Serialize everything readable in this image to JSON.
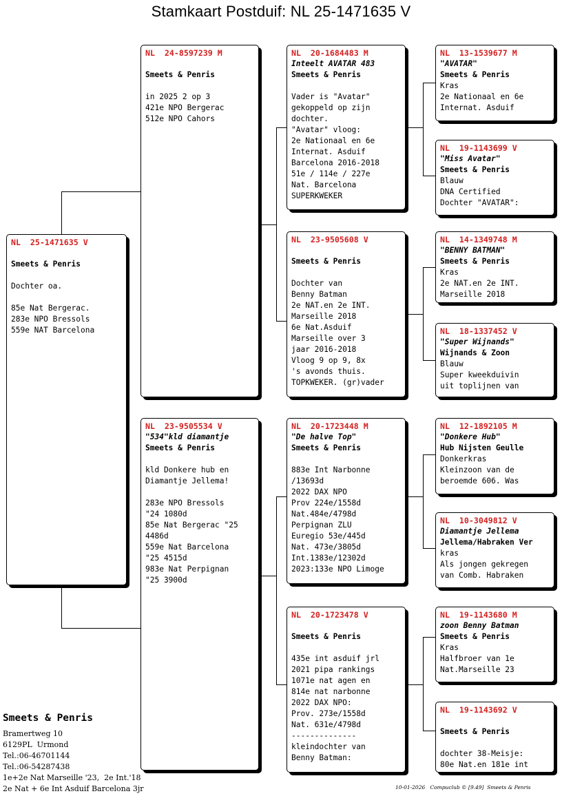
{
  "title": "Stamkaart Postduif: NL  25-1471635 V",
  "subject": {
    "ring": "NL  25-1471635 V",
    "name": "",
    "lines": [
      "Smeets & Penris",
      "",
      "Dochter oa.",
      "",
      "85e Nat Bergerac.",
      "283e NPO Bressols",
      "559e NAT Barcelona"
    ]
  },
  "father": {
    "ring": "NL  24-8597239 M",
    "name": "",
    "lines": [
      "Smeets & Penris",
      "",
      "in 2025 2 op 3",
      "421e NPO Bergerac",
      "512e NPO Cahors"
    ]
  },
  "mother": {
    "ring": "NL  23-9505534 V",
    "name": "\"534\"kld diamantje",
    "lines": [
      "Smeets & Penris",
      "",
      "kld Donkere hub en",
      "Diamantje Jellema!",
      "",
      "283e NPO Bressols",
      "\"24 1080d",
      "85e Nat Bergerac \"25",
      "4486d",
      "559e Nat Barcelona",
      "\"25 4515d",
      "983e Nat Perpignan",
      "\"25 3900d"
    ]
  },
  "ff": {
    "ring": "NL  20-1684483 M",
    "name": "Inteelt AVATAR 483",
    "lines": [
      "Smeets & Penris",
      "",
      "Vader is \"Avatar\"",
      "gekoppeld op zijn",
      "dochter.",
      "\"Avatar\" vloog:",
      "2e Nationaal en 6e",
      "Internat. Asduif",
      "Barcelona 2016-2018",
      "51e / 114e / 227e",
      "Nat. Barcelona",
      "SUPERKWEKER"
    ]
  },
  "fm": {
    "ring": "NL  23-9505608 V",
    "name": "",
    "lines": [
      "Smeets & Penris",
      "",
      "Dochter van",
      "Benny Batman",
      "2e NAT.en 2e INT.",
      "Marseille 2018",
      "6e Nat.Asduif",
      "Marseille over 3",
      "jaar 2016-2018",
      "Vloog 9 op 9, 8x",
      "'s avonds thuis.",
      "TOPKWEKER. (gr)vader"
    ]
  },
  "mf": {
    "ring": "NL  20-1723448 M",
    "name": "\"De halve Top\"",
    "lines": [
      "Smeets & Penris",
      "",
      "883e Int Narbonne",
      "/13693d",
      "2022 DAX NPO",
      "Prov 224e/1558d",
      "Nat.484e/4798d",
      "Perpignan ZLU",
      "Euregio 53e/445d",
      "Nat. 473e/3805d",
      "Int.1383e/12302d",
      "2023:133e NPO Limoge"
    ]
  },
  "mm": {
    "ring": "NL  20-1723478 V",
    "name": "",
    "lines": [
      "Smeets & Penris",
      "",
      "435e int asduif jrl",
      "2021 pipa rankings",
      "1071e nat agen en",
      "814e nat narbonne",
      "2022 DAX NPO:",
      "Prov. 273e/1558d",
      "Nat. 631e/4798d",
      "--------------",
      "kleindochter van",
      "Benny Batman:"
    ]
  },
  "fff": {
    "ring": "NL  13-1539677 M",
    "name": "\"AVATAR\"",
    "lines": [
      "Smeets & Penris",
      "Kras",
      "2e Nationaal en 6e",
      "Internat. Asduif"
    ]
  },
  "ffm": {
    "ring": "NL  19-1143699 V",
    "name": "\"Miss Avatar\"",
    "lines": [
      "Smeets & Penris",
      "Blauw",
      "DNA Certified",
      "Dochter \"AVATAR\":"
    ]
  },
  "fmf": {
    "ring": "NL  14-1349748 M",
    "name": "\"BENNY BATMAN\"",
    "lines": [
      "Smeets & Penris",
      "Kras",
      "2e NAT.en 2e INT.",
      "Marseille 2018"
    ]
  },
  "fmm": {
    "ring": "NL  18-1337452 V",
    "name": "\"Super Wijnands\"",
    "lines": [
      "Wijnands & Zoon",
      "Blauw",
      "Super kweekduivin",
      "uit toplijnen van"
    ]
  },
  "mff": {
    "ring": "NL  12-1892105 M",
    "name": "\"Donkere Hub\"",
    "lines": [
      "Hub Nijsten Geulle",
      "Donkerkras",
      "Kleinzoon van de",
      "beroemde 606. Was"
    ]
  },
  "mfm": {
    "ring": "NL  10-3049812 V",
    "name": "Diamantje Jellema",
    "lines": [
      "Jellema/Habraken Ver",
      "kras",
      "Als jongen gekregen",
      "van Comb. Habraken"
    ]
  },
  "mmf": {
    "ring": "NL  19-1143680 M",
    "name": "zoon Benny Batman",
    "lines": [
      "Smeets & Penris",
      "Kras",
      "Halfbroer van 1e",
      "Nat.Marseille 23"
    ]
  },
  "mmm": {
    "ring": "NL  19-1143692 V",
    "name": "",
    "lines": [
      "Smeets & Penris",
      "",
      "dochter 38-Meisje:",
      "80e Nat.en 181e int"
    ]
  },
  "footer": {
    "owner": "Smeets & Penris",
    "lines": [
      "Bramertweg 10",
      "6129PL  Urmond",
      "Tel.:06-46701144",
      "Tel.:06-54287438",
      "1e+2e Nat Marseille '23,  2e Int.'18",
      "2e Nat + 6e Int Asduif Barcelona 3jr"
    ]
  },
  "stamp": "10-01-2026   Compuclub © [9.49]  Smeets & Penris"
}
